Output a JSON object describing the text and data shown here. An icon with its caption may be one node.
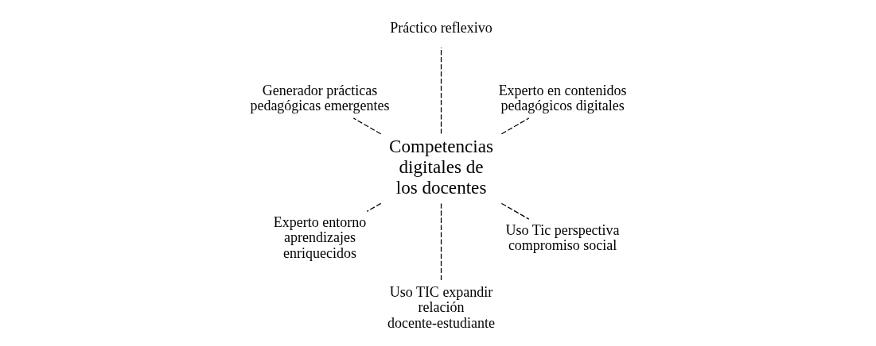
{
  "diagram": {
    "nodes": [
      {
        "text": [
          "Competencias digitales de los docentes"
        ]
      },
      {
        "text": [
          "Experto en contenidos pedagógicos digitales"
        ]
      },
      {
        "text": [
          "Práctico reflexivo"
        ]
      },
      {
        "text": [
          "Generador prácticas pedagógicas emergentes"
        ]
      },
      {
        "text": [
          "Experto entorno aprendizajes enriquecidos"
        ]
      },
      {
        "text": [
          "Uso TIC expandir relación docente-estudiante"
        ]
      },
      {
        "text": [
          "Uso Tic perspectiva compromiso social"
        ]
      }
    ],
    "edges": [
      {
        "from": 0,
        "to": 1,
        "arrow": "none",
        "style": "dashed"
      },
      {
        "from": 0,
        "to": 2,
        "arrow": "none",
        "style": "dashed"
      },
      {
        "from": 0,
        "to": 3,
        "arrow": "none",
        "style": "dashed"
      },
      {
        "from": 0,
        "to": 4,
        "arrow": "none",
        "style": "dashed"
      },
      {
        "from": 0,
        "to": 5,
        "arrow": "none",
        "style": "dashed"
      },
      {
        "from": 0,
        "to": 6,
        "arrow": "none",
        "style": "dashed"
      }
    ]
  }
}
